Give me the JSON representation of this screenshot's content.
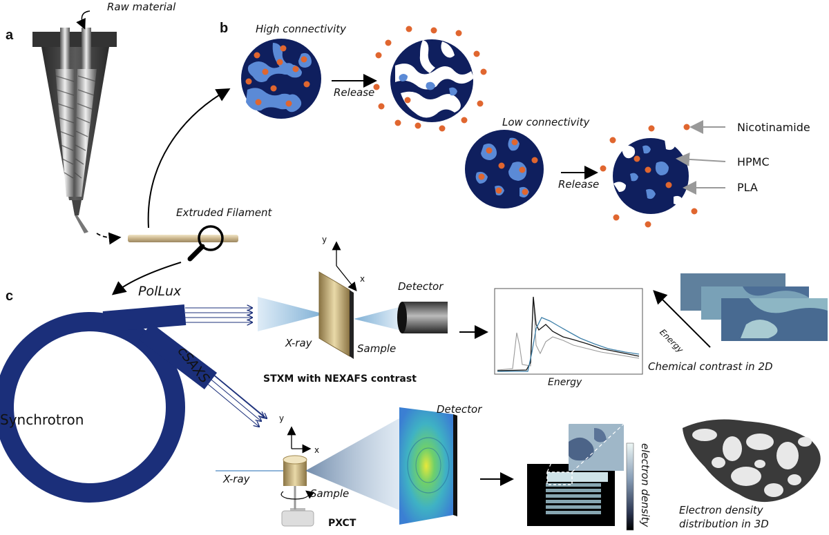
{
  "panels": {
    "a": "a",
    "b": "b",
    "c": "c"
  },
  "panel_a": {
    "raw_material": "Raw material",
    "extruded_filament": "Extruded Filament"
  },
  "panel_b": {
    "high_connectivity": "High connectivity",
    "low_connectivity": "Low connectivity",
    "release_1": "Release",
    "release_2": "Release",
    "legend": [
      "Nicotinamide",
      "HPMC",
      "PLA"
    ]
  },
  "panel_c": {
    "synchrotron": "Synchrotron",
    "pollux": "PolLux",
    "csaxs": "cSAXS",
    "stxm": {
      "axis_y": "y",
      "axis_x": "x",
      "detector": "Detector",
      "xray": "X-ray",
      "sample": "Sample",
      "title": "STXM with NEXAFS contrast",
      "plot_xlabel": "Energy",
      "energy_arrow": "Energy",
      "caption": "Chemical contrast in 2D"
    },
    "pxct": {
      "axis_y": "y",
      "axis_x": "x",
      "detector": "Detector",
      "xray": "X-ray",
      "sample": "Sample",
      "title": "PXCT",
      "colorbar_label": "electron density",
      "caption_line1": "Electron density",
      "caption_line2": "distribution in 3D"
    }
  },
  "colors": {
    "pla_navy": "#0f1f5e",
    "hpmc_blue": "#5b8ad6",
    "nicotinamide_orange": "#e0662f",
    "filament_tan": "#c9b48a",
    "beam_blue": "#9cc6e4"
  }
}
